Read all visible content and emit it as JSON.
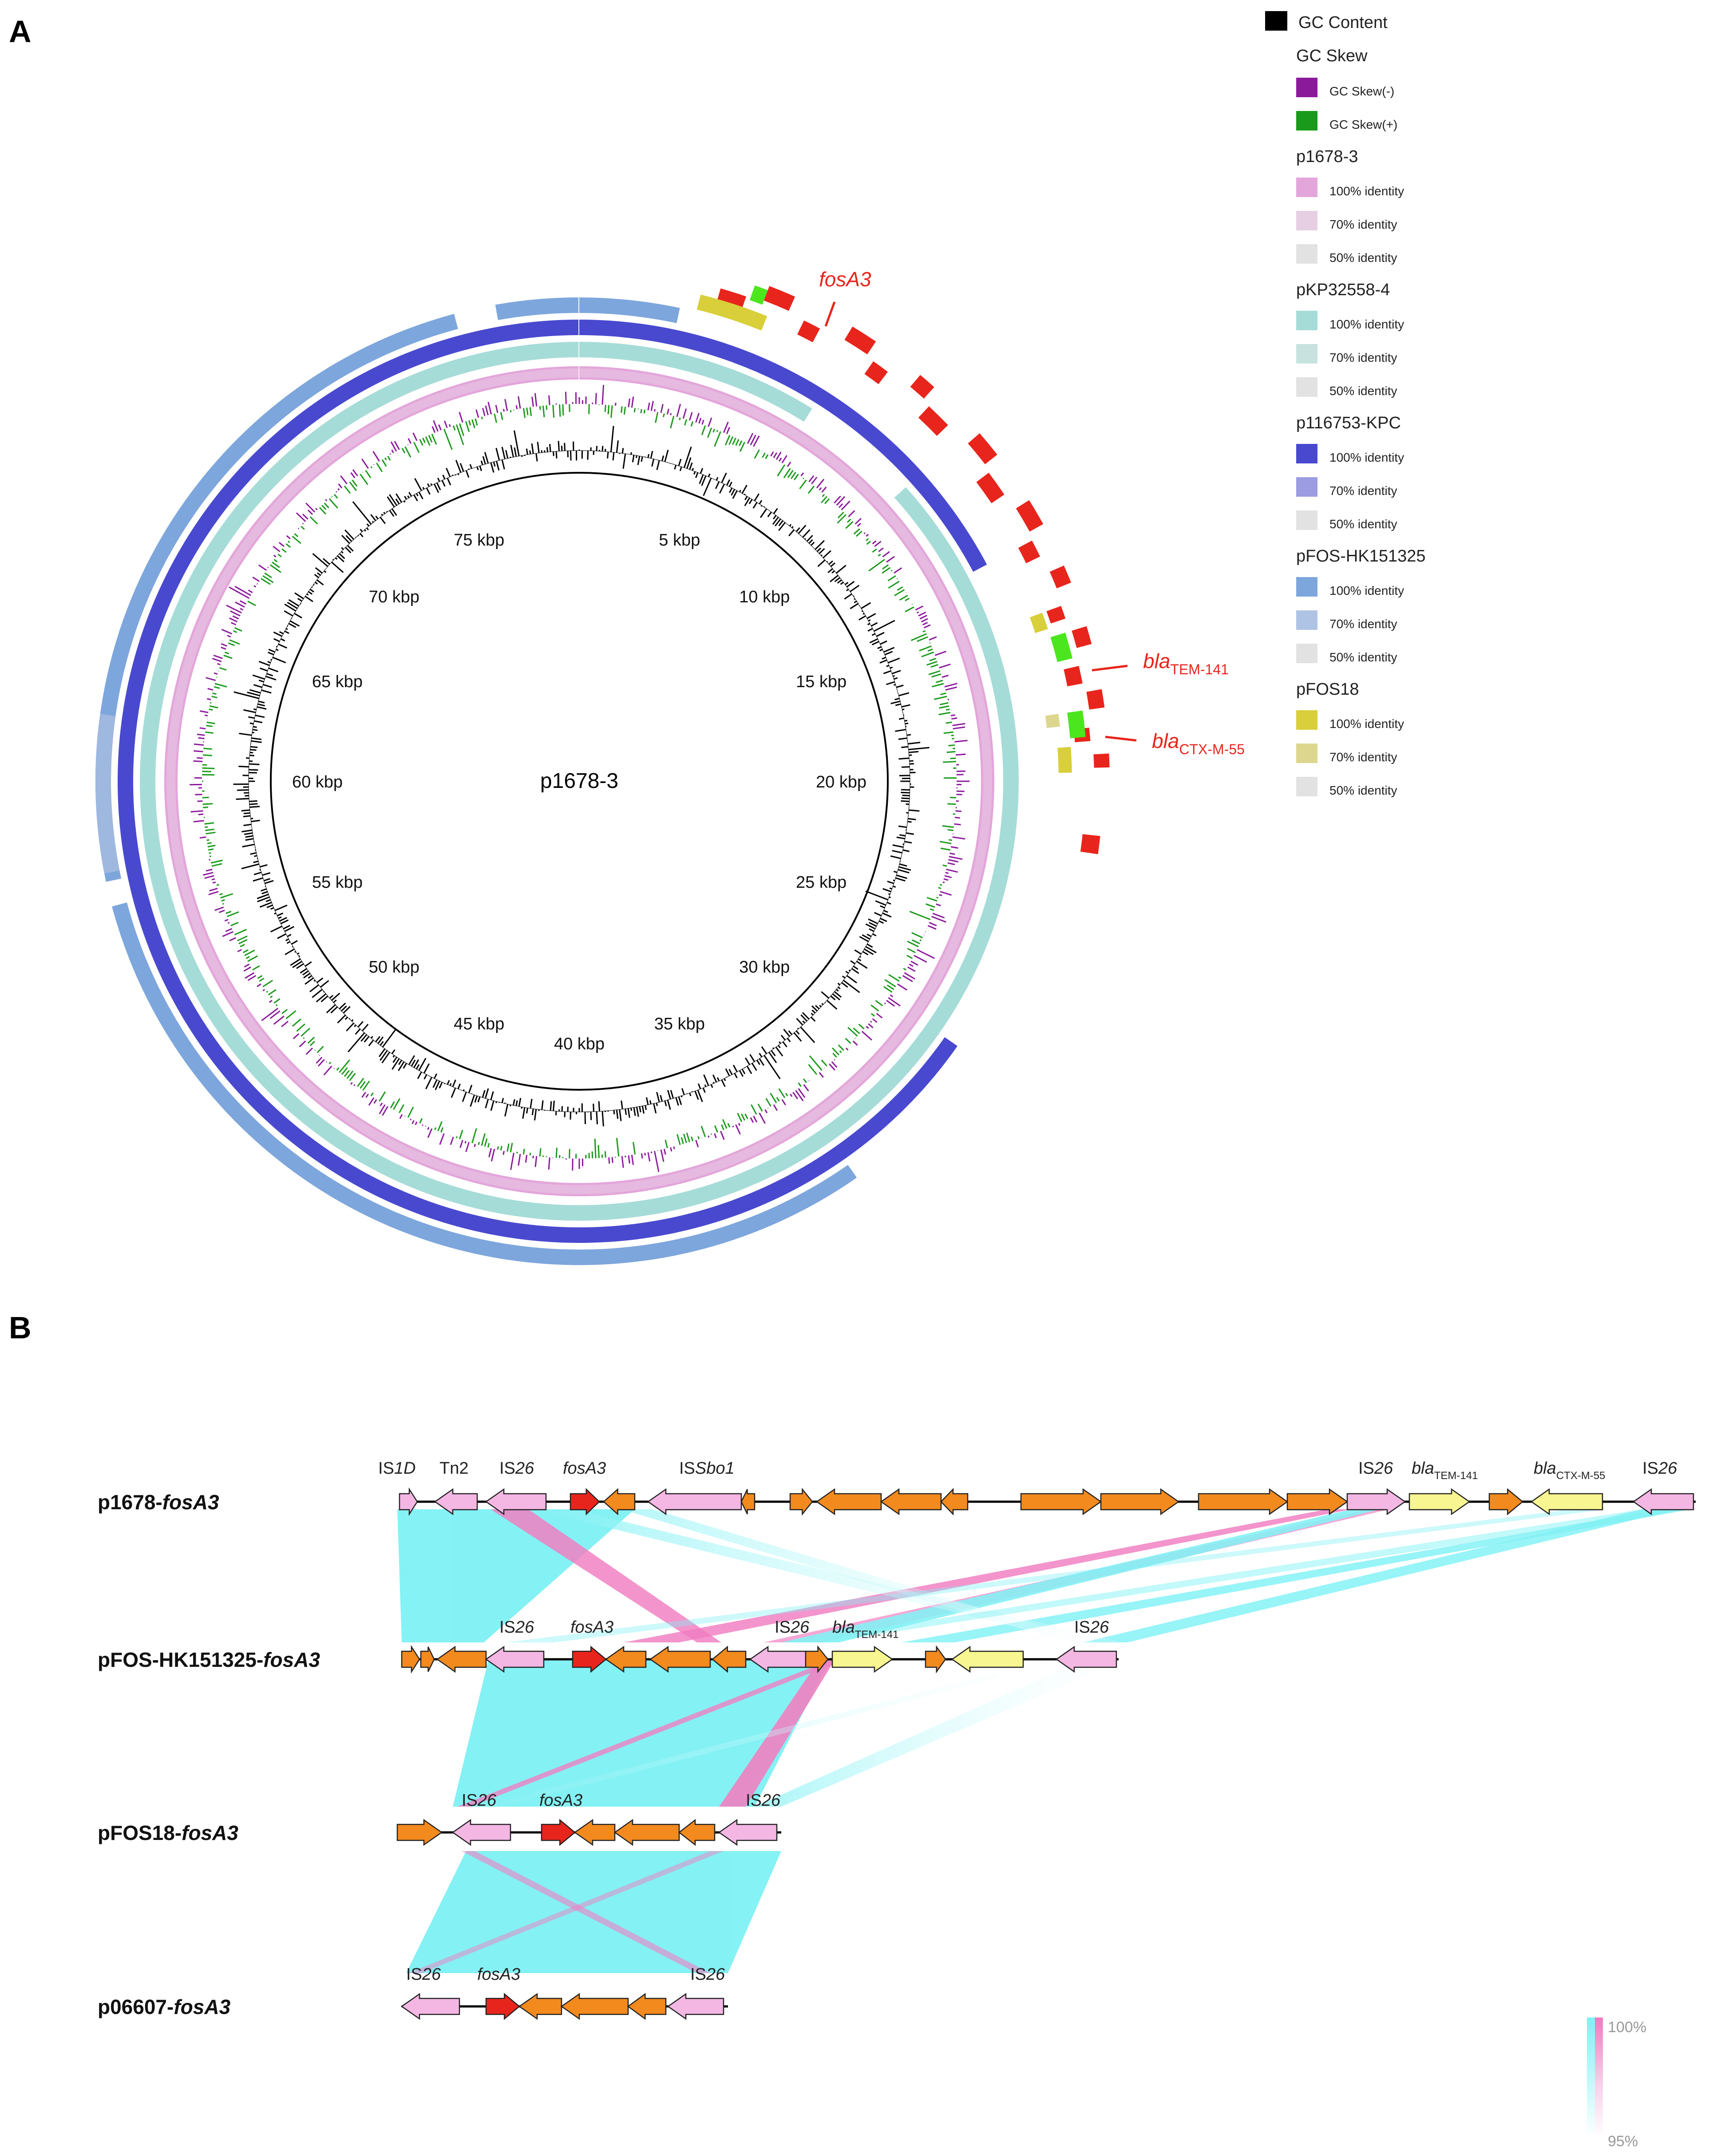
{
  "panels": [
    {
      "label": "A"
    },
    {
      "label": "B"
    }
  ],
  "panel_a": {
    "center_label": "p1678-3",
    "kbp_ticks": [
      "5 kbp",
      "10 kbp",
      "15 kbp",
      "20 kbp",
      "25 kbp",
      "30 kbp",
      "35 kbp",
      "40 kbp",
      "45 kbp",
      "50 kbp",
      "55 kbp",
      "60 kbp",
      "65 kbp",
      "70 kbp",
      "75 kbp"
    ],
    "annotations": {
      "fosA3": "fosA3",
      "bla_tem_base": "bla",
      "bla_tem_sub": "TEM-141",
      "bla_ctx_base": "bla",
      "bla_ctx_sub": "CTX-M-55"
    },
    "legend": {
      "gc_content": "GC Content",
      "gc_skew": "GC Skew",
      "gc_skew_items": [
        {
          "label": "GC Skew(-)",
          "color": "#8b1a9b"
        },
        {
          "label": "GC Skew(+)",
          "color": "#1a9a1a"
        }
      ],
      "groups": [
        {
          "title": "p1678-3",
          "items": [
            {
              "label": "100% identity",
              "color": "#e3a6da"
            },
            {
              "label": "70% identity",
              "color": "#e6cfe3"
            },
            {
              "label": "50% identity",
              "color": "#e2e2e2"
            }
          ]
        },
        {
          "title": "pKP32558-4",
          "items": [
            {
              "label": "100% identity",
              "color": "#a6dcd8"
            },
            {
              "label": "70% identity",
              "color": "#c8e2df"
            },
            {
              "label": "50% identity",
              "color": "#e2e2e2"
            }
          ]
        },
        {
          "title": "p116753-KPC",
          "items": [
            {
              "label": "100% identity",
              "color": "#4949cf"
            },
            {
              "label": "70% identity",
              "color": "#9c9ce3"
            },
            {
              "label": "50% identity",
              "color": "#e2e2e2"
            }
          ]
        },
        {
          "title": "pFOS-HK151325",
          "items": [
            {
              "label": "100% identity",
              "color": "#7da6dc"
            },
            {
              "label": "70% identity",
              "color": "#afc3e4"
            },
            {
              "label": "50% identity",
              "color": "#e2e2e2"
            }
          ]
        },
        {
          "title": "pFOS18",
          "items": [
            {
              "label": "100% identity",
              "color": "#d8cf3a"
            },
            {
              "label": "70% identity",
              "color": "#ddd68e"
            },
            {
              "label": "50% identity",
              "color": "#e2e2e2"
            }
          ]
        }
      ]
    }
  },
  "panel_b": {
    "tracks": [
      {
        "name_base": "p1678-",
        "name_italic": "fosA3"
      },
      {
        "name_base": "pFOS-HK151325-",
        "name_italic": "fosA3"
      },
      {
        "name_base": "pFOS18-",
        "name_italic": "fosA3"
      },
      {
        "name_base": "p06607-",
        "name_italic": "fosA3"
      }
    ],
    "gene_labels": {
      "t1": {
        "is1d_base": "IS",
        "is1d_it": "1D",
        "tn2": "Tn2",
        "is26_base": "IS",
        "is26_it": "26",
        "fosA3": "fosA3",
        "issbo1_base": "IS",
        "issbo1_it": "Sbo1",
        "is26b_base": "IS",
        "is26b_it": "26",
        "blatem_base": "bla",
        "blatem_sub": "TEM-141",
        "blactx_base": "bla",
        "blactx_sub": "CTX-M-55",
        "is26c_base": "IS",
        "is26c_it": "26"
      },
      "t2": {
        "is26_base": "IS",
        "is26_it": "26",
        "fosA3": "fosA3",
        "is26b_base": "IS",
        "is26b_it": "26",
        "blatem_base": "bla",
        "blatem_sub": "TEM-141",
        "is26c_base": "IS",
        "is26c_it": "26"
      },
      "t3": {
        "is26_base": "IS",
        "is26_it": "26",
        "fosA3": "fosA3",
        "is26b_base": "IS",
        "is26b_it": "26"
      },
      "t4": {
        "is26_base": "IS",
        "is26_it": "26",
        "fosA3": "fosA3",
        "is26b_base": "IS",
        "is26b_it": "26"
      }
    },
    "scale": {
      "max": "100%",
      "min": "95%"
    }
  },
  "colors": {
    "resistance_red": "#e8251c",
    "orf_orange": "#f28a1e",
    "is_pink": "#f4b7e4",
    "bla_yellow": "#f8f690",
    "fwd_cyan": "#7ef1f4",
    "inv_pink": "#f07ac0",
    "annot_red": "#e8251c",
    "annot_green": "#4be61e"
  }
}
